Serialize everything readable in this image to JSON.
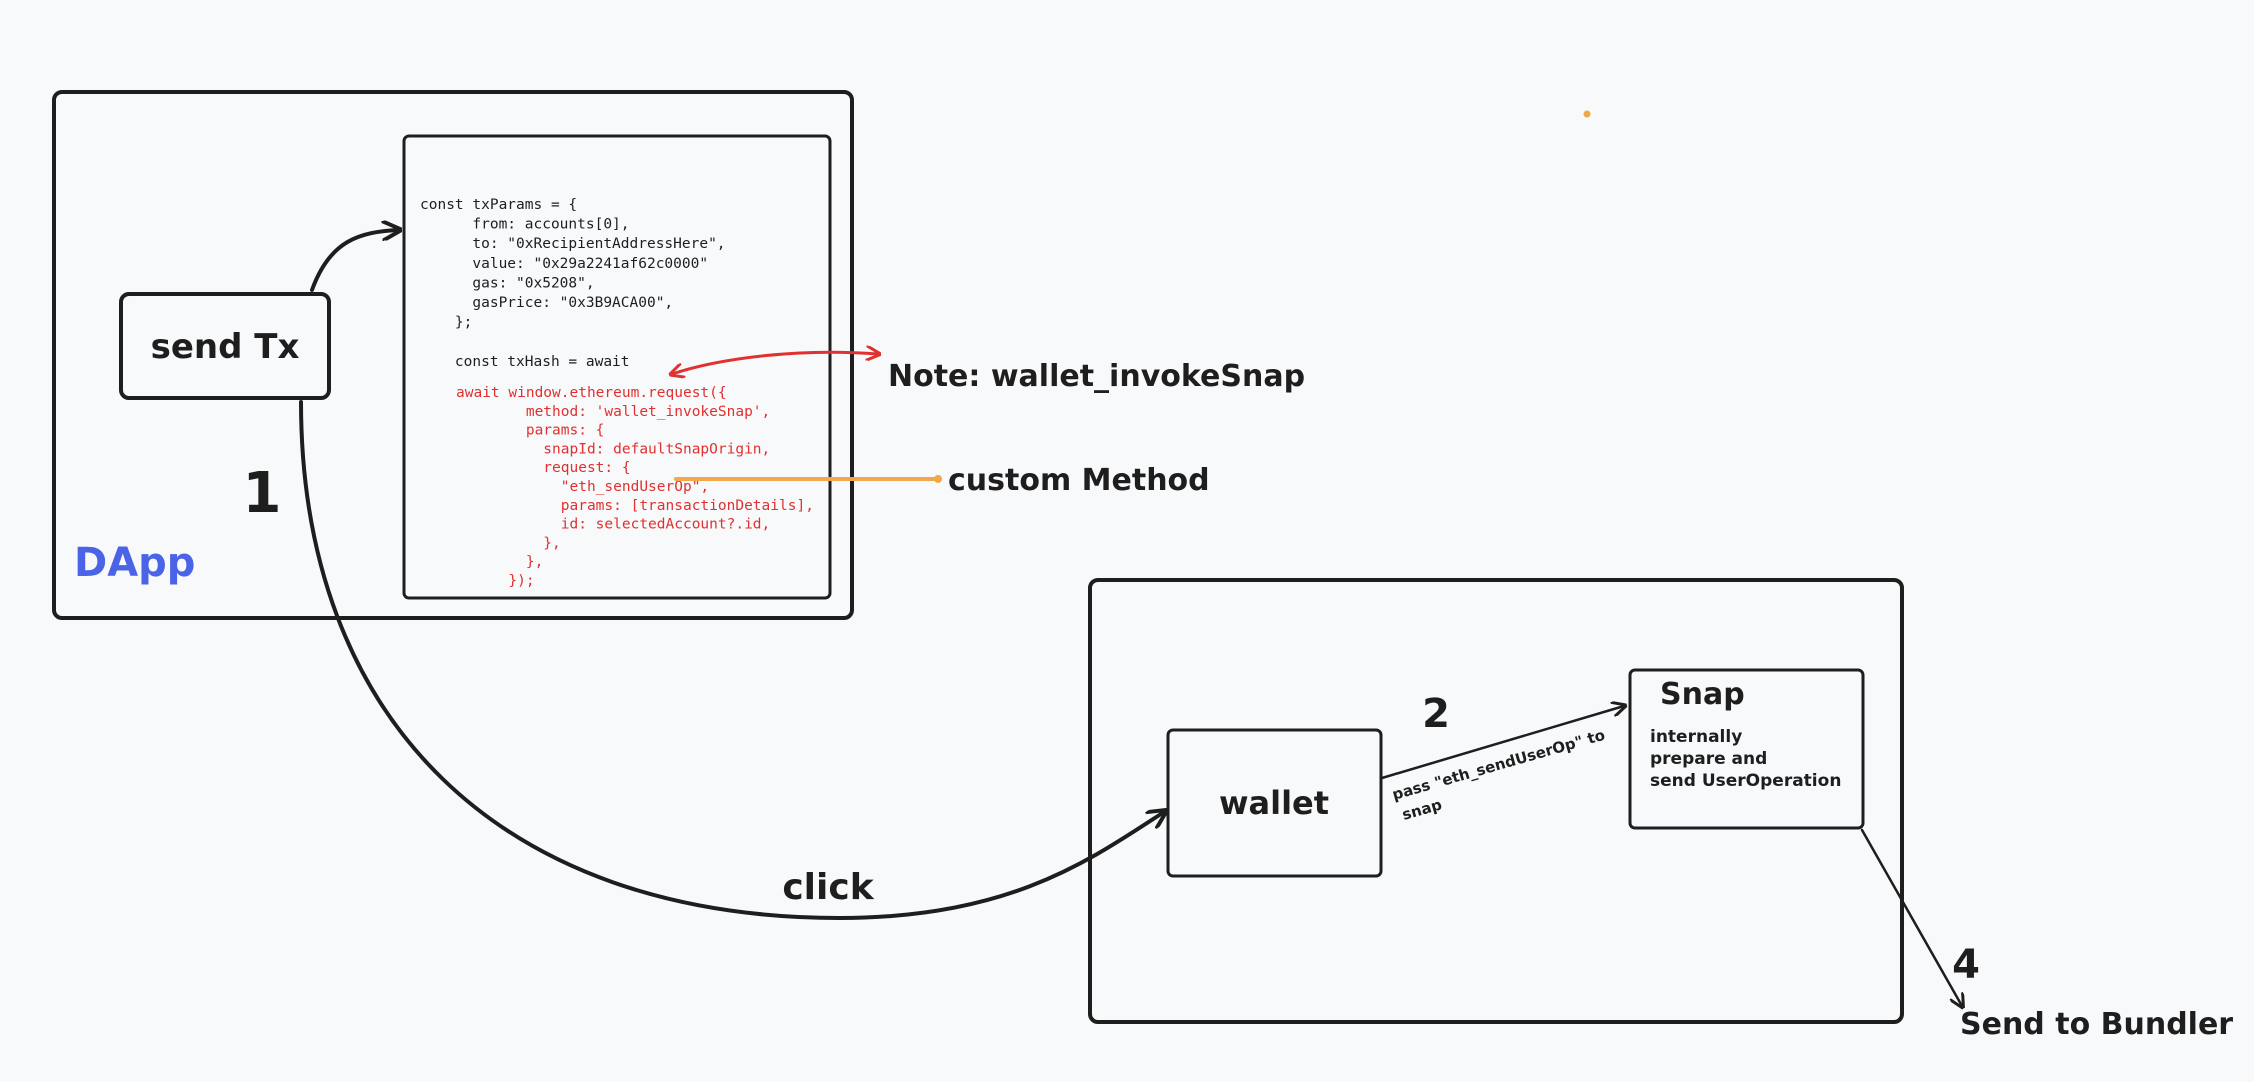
{
  "dapp": {
    "label": "DApp",
    "send_button": "send Tx",
    "step_number": "1",
    "code_plain": [
      "const txParams = {",
      "      from: accounts[0],",
      "      to: \"0xRecipientAddressHere\",",
      "      value: \"0x29a2241af62c0000\"",
      "      gas: \"0x5208\",",
      "      gasPrice: \"0x3B9ACA00\",",
      "    };",
      "",
      "    const txHash = await"
    ],
    "code_red": [
      "await window.ethereum.request({",
      "        method: 'wallet_invokeSnap',",
      "        params: {",
      "          snapId: defaultSnapOrigin,",
      "          request: {",
      "            \"eth_sendUserOp\",",
      "            params: [transactionDetails],",
      "            id: selectedAccount?.id,",
      "          },",
      "        },",
      "      });"
    ]
  },
  "annotations": {
    "note": "Note: wallet_invokeSnap",
    "custom_method": "custom Method",
    "click": "click",
    "step2": "2",
    "step4": "4",
    "pass_line1": "pass \"eth_sendUserOp\" to",
    "pass_line2": "snap",
    "send_to_bundler": "Send to Bundler"
  },
  "wallet": {
    "label": "wallet"
  },
  "snap": {
    "title": "Snap",
    "desc": [
      "internally",
      "prepare and",
      "send UserOperation"
    ]
  },
  "colors": {
    "ink": "#1e1e1e",
    "red": "#e03131",
    "orange": "#f0a84a",
    "dapp_blue": "#4a63e7",
    "background": "#f8f9fa"
  }
}
